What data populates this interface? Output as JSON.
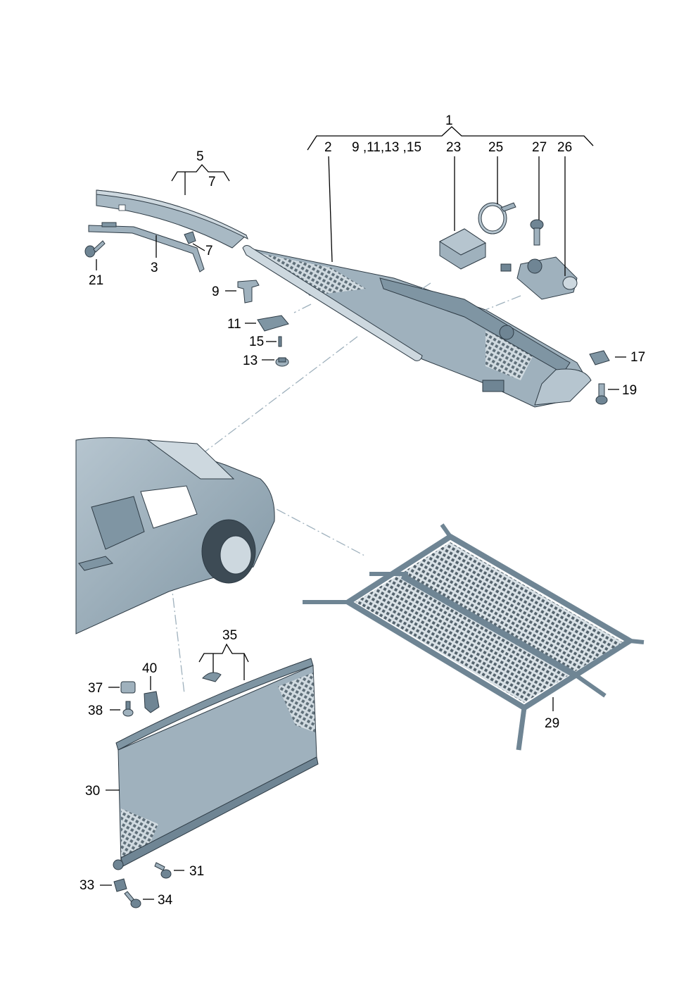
{
  "callouts": {
    "c1": "1",
    "c2": "2",
    "c9_15": "9 ,11,13 ,15",
    "c23": "23",
    "c25": "25",
    "c27": "27",
    "c26": "26",
    "c5": "5",
    "c7a": "7",
    "c7b": "7",
    "c21": "21",
    "c3": "3",
    "c9": "9",
    "c11": "11",
    "c15": "15",
    "c13": "13",
    "c17": "17",
    "c19": "19",
    "c35": "35",
    "c40": "40",
    "c37": "37",
    "c38": "38",
    "c29": "29",
    "c30": "30",
    "c31": "31",
    "c33": "33",
    "c34": "34"
  },
  "colors": {
    "part_fill": "#9fb1bd",
    "part_dark": "#6f8594",
    "mesh_dot": "#55646e",
    "leader": "#000000",
    "dash_line": "#9fb1bd"
  }
}
